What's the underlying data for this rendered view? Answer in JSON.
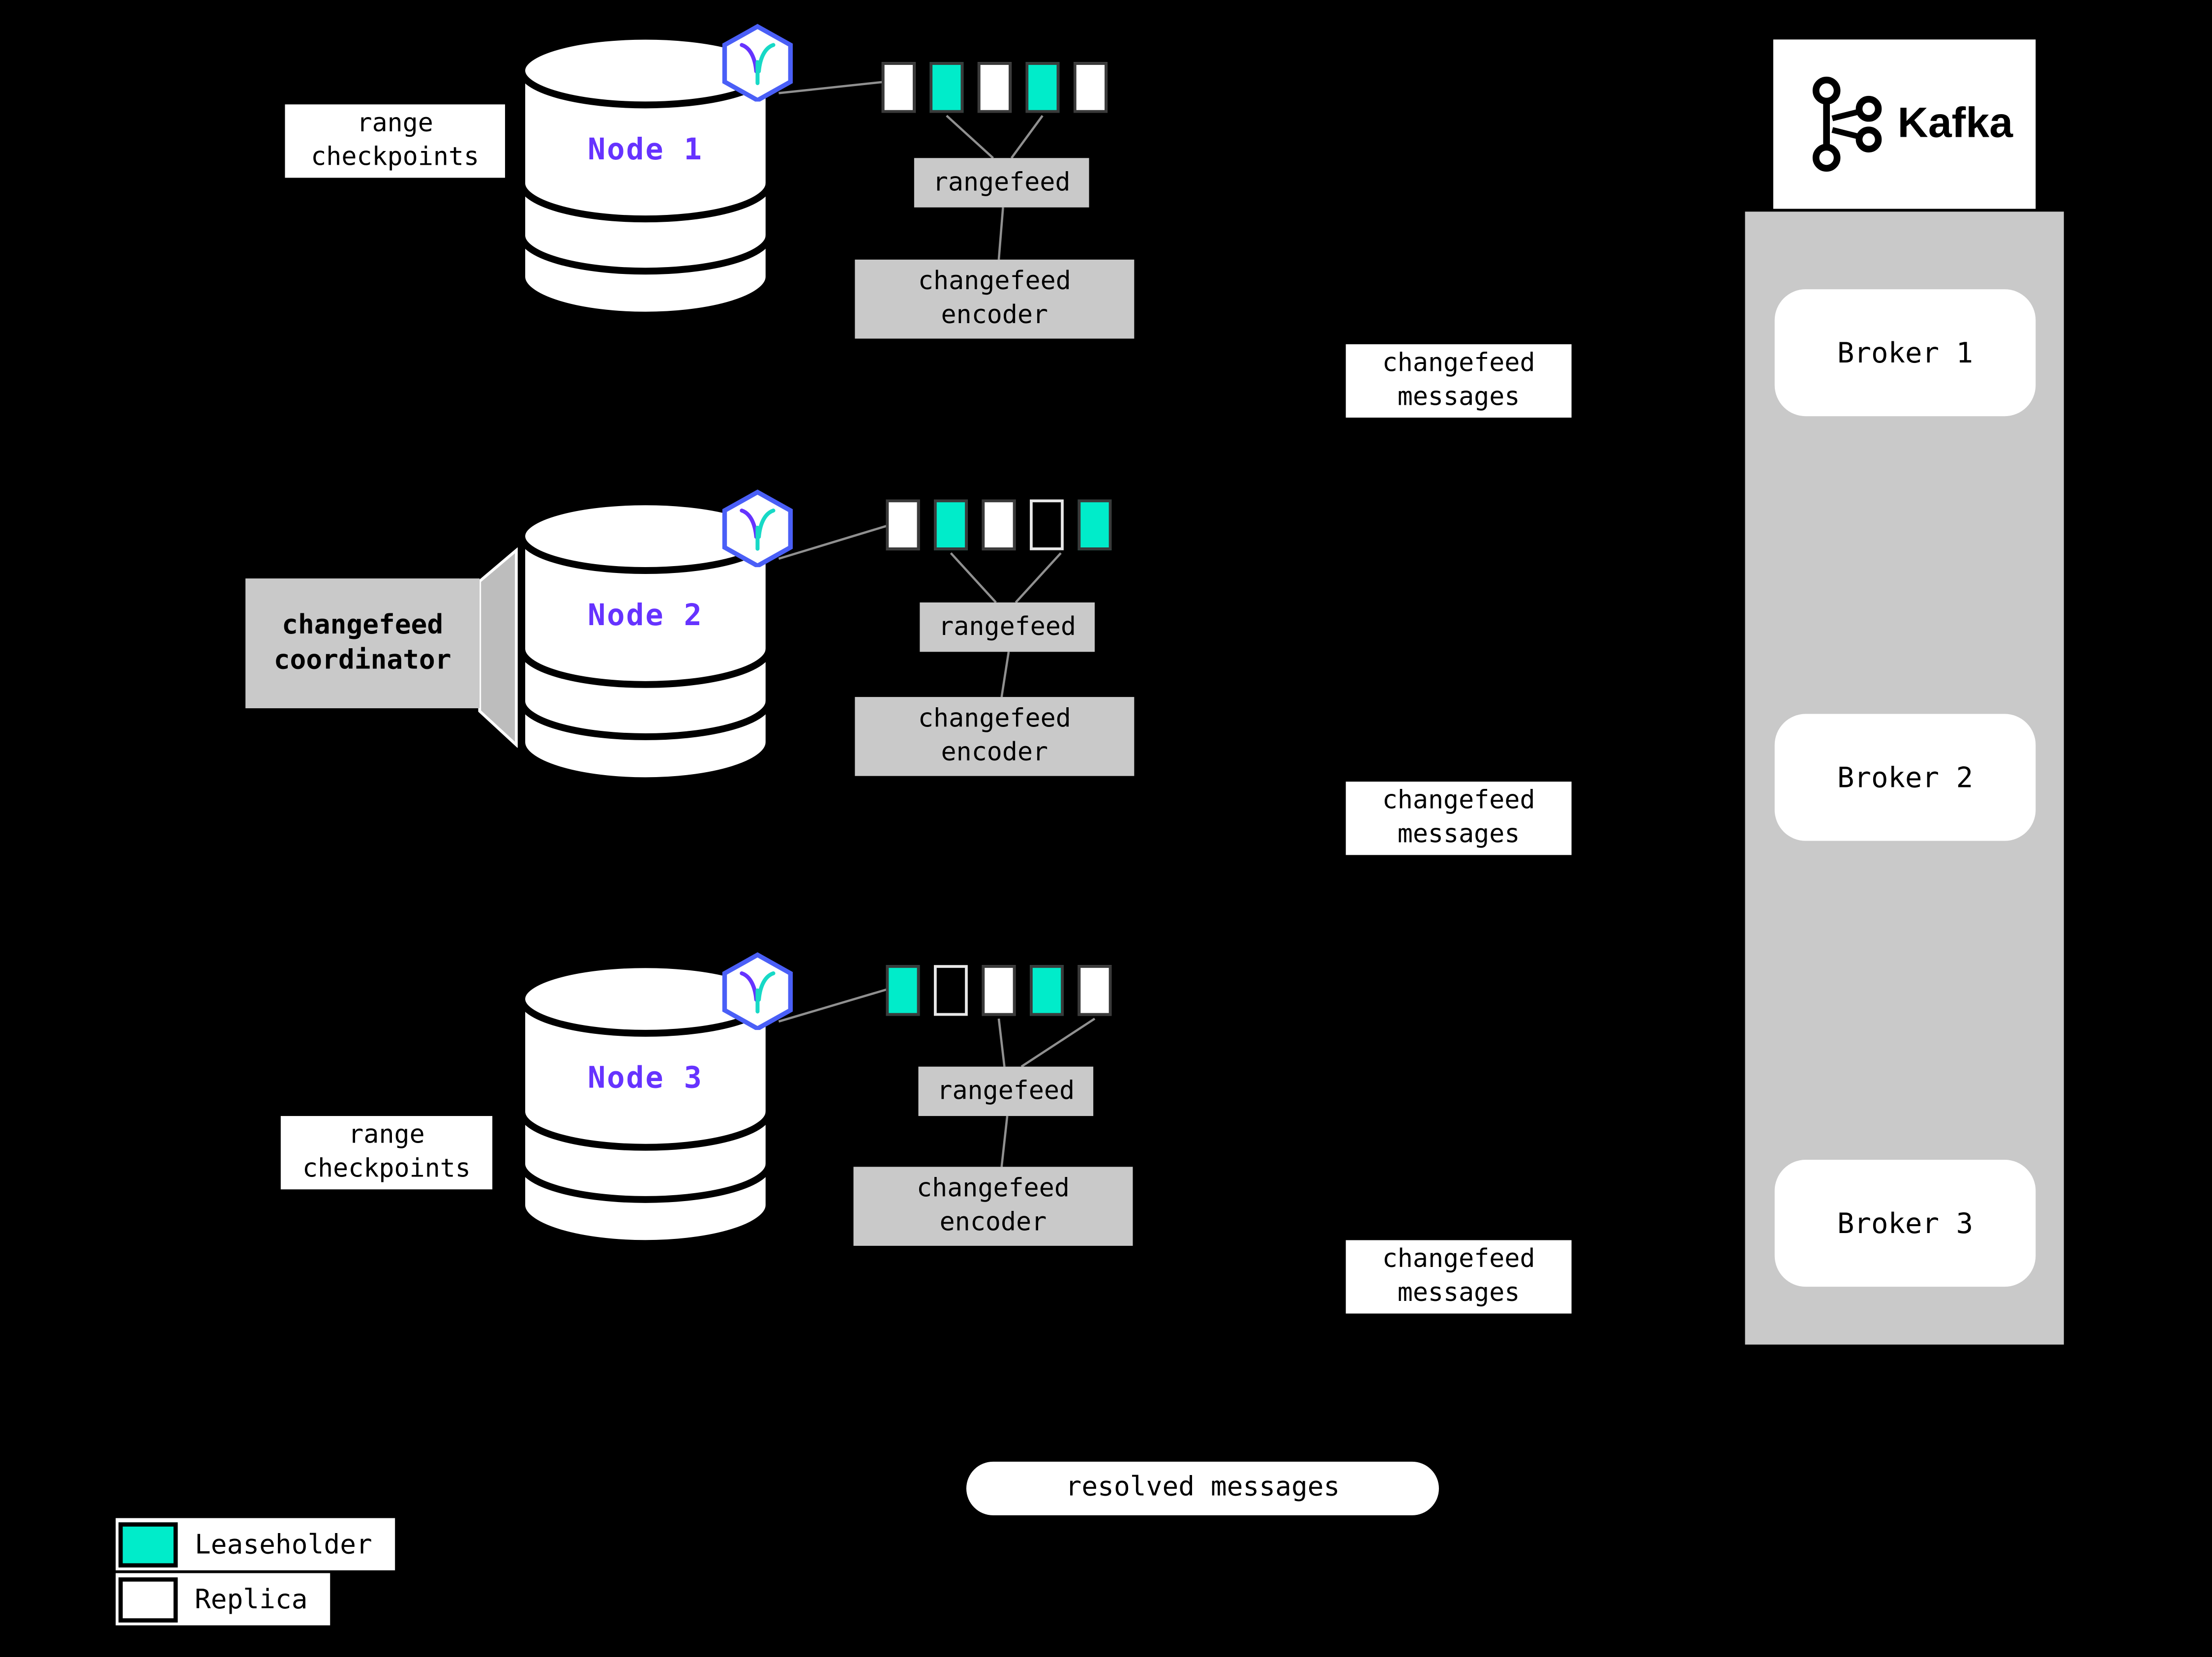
{
  "labels": {
    "range_checkpoints": "range checkpoints",
    "changefeed_coordinator": "changefeed coordinator",
    "rangefeed": "rangefeed",
    "changefeed_encoder": "changefeed encoder",
    "changefeed_messages": "changefeed messages",
    "resolved_messages": "resolved messages"
  },
  "nodes": [
    {
      "name": "Node 1",
      "ranges": [
        "replica",
        "leaseholder",
        "replica",
        "leaseholder",
        "replica"
      ]
    },
    {
      "name": "Node 2",
      "ranges": [
        "replica",
        "leaseholder",
        "replica",
        "empty",
        "leaseholder"
      ]
    },
    {
      "name": "Node 3",
      "ranges": [
        "leaseholder",
        "empty",
        "replica",
        "leaseholder",
        "replica"
      ]
    }
  ],
  "kafka": {
    "title": "Kafka",
    "brokers": [
      "Broker 1",
      "Broker 2",
      "Broker 3"
    ]
  },
  "legend": {
    "items": [
      {
        "kind": "leaseholder",
        "label": "Leaseholder"
      },
      {
        "kind": "replica",
        "label": "Replica"
      }
    ]
  },
  "colors": {
    "leaseholder": "#00ecca",
    "replica": "#ffffff",
    "node_label": "#6633ff",
    "box_gray": "#c9c9c9",
    "background": "#000000"
  }
}
